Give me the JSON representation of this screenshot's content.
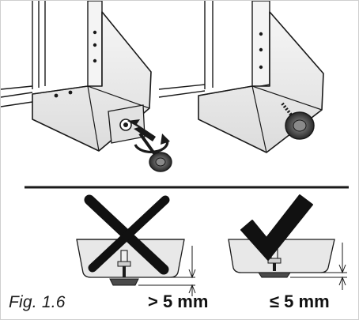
{
  "caption": "Fig. 1.6",
  "measure_wrong": "> 5 mm",
  "measure_right": "≤ 5 mm",
  "icons": {
    "wrong": "cross-mark-icon",
    "right": "check-mark-icon"
  },
  "colors": {
    "line": "#1a1a1a",
    "panel_fill": "#eeeeee",
    "shadow_fill": "#d4d4d4",
    "foot_fill": "#4a4a4a"
  }
}
